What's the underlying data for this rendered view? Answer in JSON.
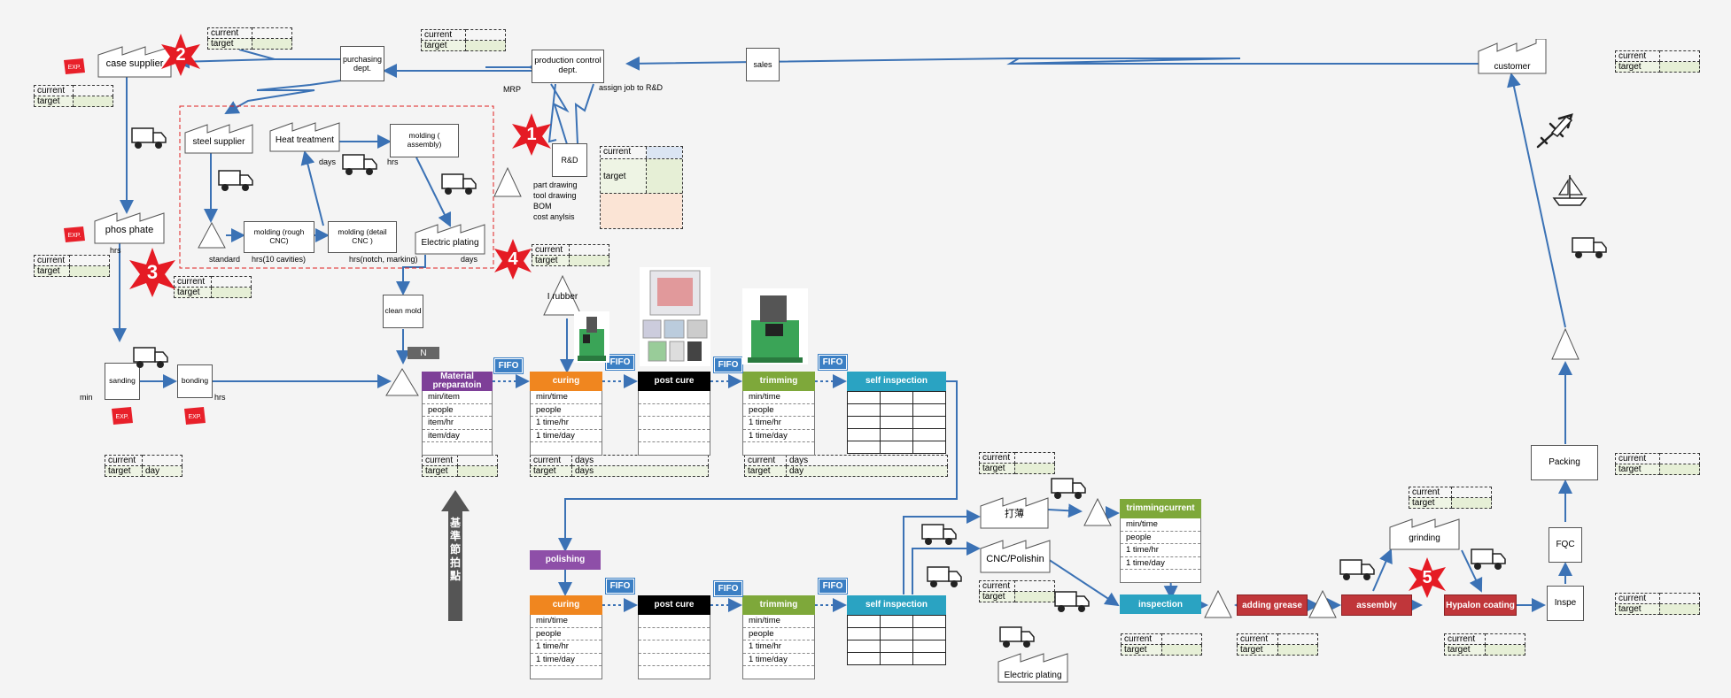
{
  "table_labels": {
    "current": "current",
    "target": "target",
    "day": "day",
    "days": "days"
  },
  "suppliers": {
    "case_supplier": "case supplier",
    "purchasing": "purchasing dept.",
    "production_control": "production control dept.",
    "sales": "sales",
    "customer": "customer",
    "rnd": "R&D",
    "steel_supplier": "steel supplier",
    "heat_treatment": "Heat treatment",
    "molding_assembly": "molding ( assembly)",
    "molding_rough": "molding (rough CNC)",
    "molding_detail": "molding (detail CNC )",
    "electric_plating_top": "Electric plating",
    "phos_phate": "phos phate",
    "clean_mold": "clean mold",
    "sanding": "sanding",
    "bonding": "bonding",
    "packing": "Packing",
    "fqc": "FQC",
    "inspe": "Inspe",
    "cut_thin": "打薄",
    "cnc_polish": "CNC/Polishin",
    "electric_plating_bottom": "Electric plating",
    "grinding": "grinding"
  },
  "notes": {
    "mrp": "MRP",
    "assign_job": "assign job to R&D",
    "rnd_items": [
      "part drawing",
      "tool drawing",
      "BOM",
      "cost anylsis"
    ],
    "days": "days",
    "hrs": "hrs",
    "standard": "standard",
    "hrs_cavities": "hrs(10 cavities)",
    "hrs_notch": "hrs(notch, marking)",
    "min": "min",
    "rubber": "I rubber",
    "n_label": "N",
    "pacemaker": "基準節拍點",
    "exp": "EXP."
  },
  "stars": [
    "1",
    "2",
    "3",
    "4",
    "5"
  ],
  "fifo": "FIFO",
  "processes": {
    "material": {
      "title": "Material preparatoin",
      "color": "#7e3f98",
      "rows": [
        "min/item",
        "people",
        "item/hr",
        "item/day"
      ]
    },
    "curing1": {
      "title": "curing",
      "color": "#f0861f",
      "rows": [
        "min/time",
        "people",
        "1 time/hr",
        "1 time/day"
      ]
    },
    "postcure1": {
      "title": "post cure",
      "color": "#000000"
    },
    "trimming1": {
      "title": "trimming",
      "color": "#7ea83a",
      "rows": [
        "min/time",
        "people",
        "1 time/hr",
        "1 time/day"
      ]
    },
    "selfinsp1": {
      "title": "self inspection",
      "color": "#2aa3c2"
    },
    "polishing": {
      "title": "polishing",
      "color": "#8e4fa8"
    },
    "curing2": {
      "title": "curing",
      "color": "#f0861f",
      "rows": [
        "min/time",
        "people",
        "1 time/hr",
        "1 time/day"
      ]
    },
    "postcure2": {
      "title": "post cure",
      "color": "#000000"
    },
    "trimming2": {
      "title": "trimming",
      "color": "#7ea83a",
      "rows": [
        "min/time",
        "people",
        "1 time/hr",
        "1 time/day"
      ]
    },
    "selfinsp2": {
      "title": "self inspection",
      "color": "#2aa3c2"
    },
    "trimming3": {
      "title": "trimmingcurrent",
      "color": "#7ea83a",
      "rows": [
        "min/time",
        "people",
        "1 time/hr",
        "1 time/day"
      ]
    },
    "inspection": {
      "title": "inspection",
      "color": "#2aa3c2"
    },
    "adding_grease": {
      "title": "adding grease",
      "color": "#c0363a"
    },
    "assembly": {
      "title": "assembly",
      "color": "#c0363a"
    },
    "hypalon": {
      "title": "Hypalon coating",
      "color": "#c0363a"
    }
  }
}
